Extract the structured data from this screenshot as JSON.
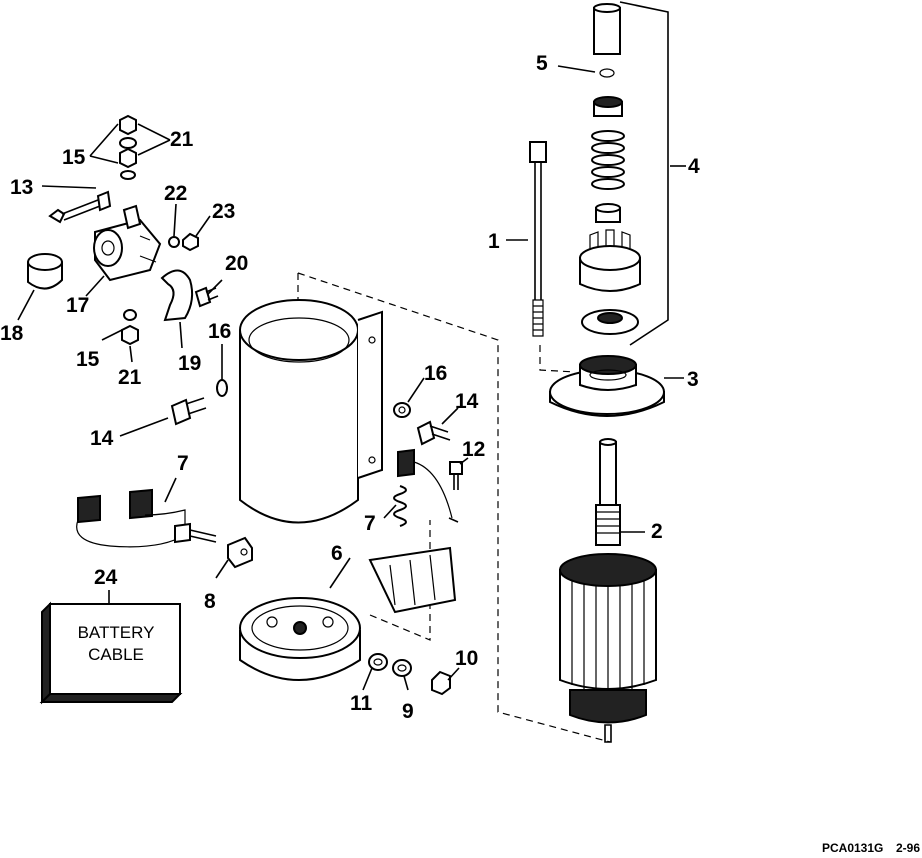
{
  "callouts": {
    "c1": "1",
    "c2": "2",
    "c3": "3",
    "c4": "4",
    "c5": "5",
    "c6": "6",
    "c7a": "7",
    "c7b": "7",
    "c8": "8",
    "c9": "9",
    "c10": "10",
    "c11": "11",
    "c12": "12",
    "c13": "13",
    "c14a": "14",
    "c14b": "14",
    "c15a": "15",
    "c15b": "15",
    "c16a": "16",
    "c16b": "16",
    "c17": "17",
    "c18": "18",
    "c19": "19",
    "c20": "20",
    "c21a": "21",
    "c21b": "21",
    "c22": "22",
    "c23": "23",
    "c24": "24"
  },
  "battery_box": {
    "line1": "BATTERY",
    "line2": "CABLE"
  },
  "figure_code": "PCA0131G",
  "figure_date": "2-96"
}
